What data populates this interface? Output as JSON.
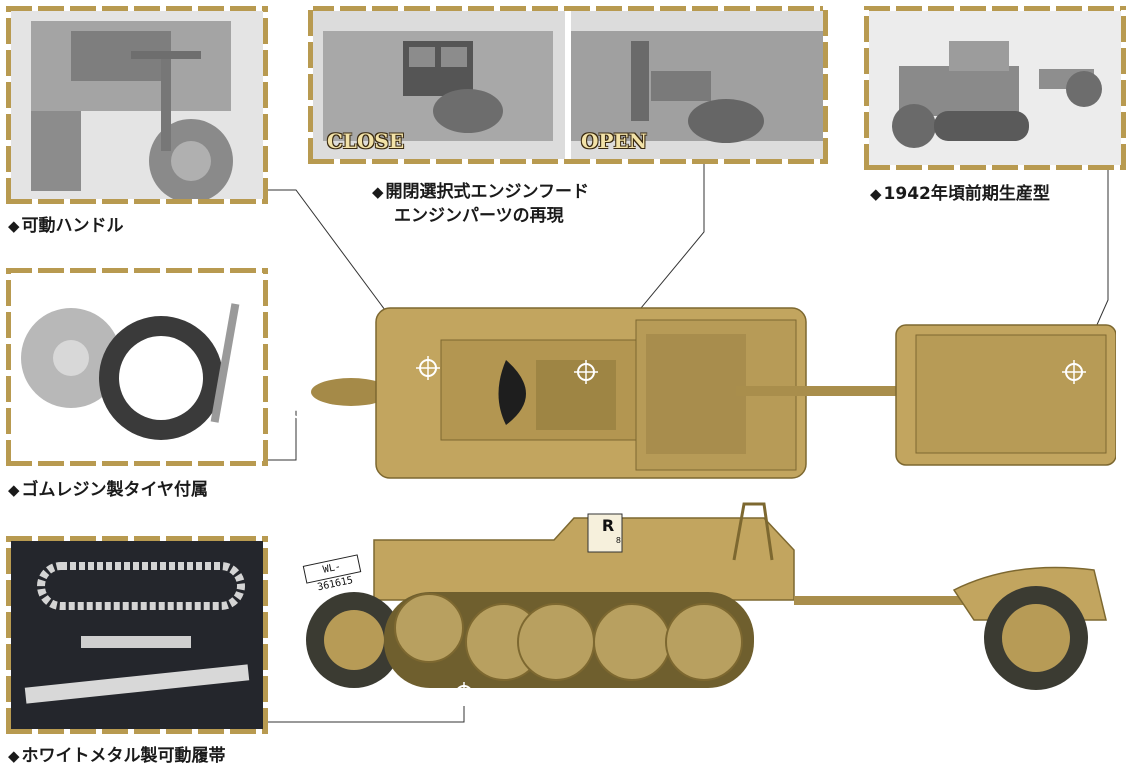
{
  "captions": {
    "handle": "可動ハンドル",
    "engine_line1": "開閉選択式エンジンフード",
    "engine_line2": "エンジンパーツの再現",
    "production": "1942年頃前期生産型",
    "tire": "ゴムレジン製タイヤ付属",
    "track": "ホワイトメタル製可動履帯"
  },
  "photo_labels": {
    "close": "CLOSE",
    "open": "OPEN"
  },
  "markings": {
    "plate": "WL-361615",
    "badge_letter": "R",
    "badge_number": "8"
  },
  "colors": {
    "frame_gold": "#b89a50",
    "vehicle_sand": "#c2a55f",
    "vehicle_dark": "#7d6830",
    "model_grey": "#9a9a9a"
  },
  "icons": [
    "crosshair-icon",
    "diamond-bullet-icon"
  ]
}
